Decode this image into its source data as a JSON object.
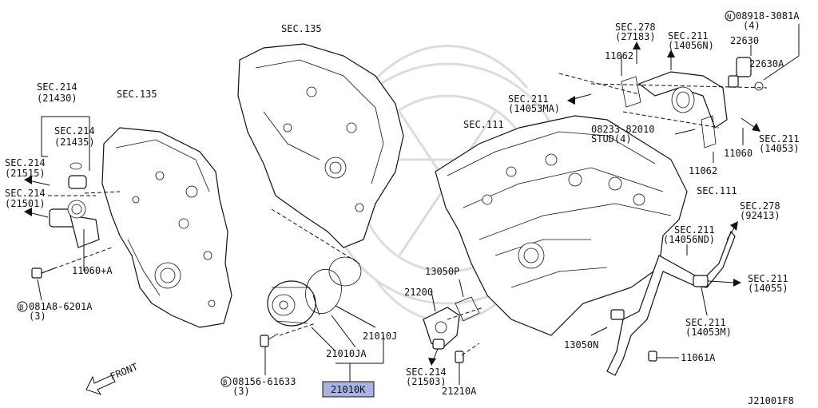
{
  "diagram": {
    "labels": {
      "sec135_top": "SEC.135",
      "sec135_left": "SEC.135",
      "sec214_a": "SEC.214",
      "sec214_a_code": "(21430)",
      "sec214_b": "SEC.214",
      "sec214_b_code": "(21435)",
      "sec214_c": "SEC.214",
      "sec214_c_code": "(21515)",
      "sec214_d": "SEC.214",
      "sec214_d_code": "(21501)",
      "p11060a": "11060+A",
      "bolt_081a8": "081A8-6201A",
      "bolt_081a8_qty": "(3)",
      "bolt_08156": "08156-61633",
      "bolt_08156_qty": "(3)",
      "front": "FRONT",
      "p21010j": "21010J",
      "p21010ja": "21010JA",
      "p21010k": "21010K",
      "p21200": "21200",
      "p13050p": "13050P",
      "sec214_e": "SEC.214",
      "sec214_e_code": "(21503)",
      "p21210a": "21210A",
      "sec111_top": "SEC.111",
      "sec111_right": "SEC.111",
      "sec211_14053ma": "SEC.211",
      "sec211_14053ma_code": "(14053MA)",
      "sec278_27183": "SEC.278",
      "sec278_27183_code": "(27183)",
      "sec211_14056n": "SEC.211",
      "sec211_14056n_code": "(14056N)",
      "p11062_top": "11062",
      "nut_08918": "08918-3081A",
      "nut_08918_qty": "(4)",
      "p22630": "22630",
      "p22630a": "22630A",
      "stud_08233": "08233-82010",
      "stud_qty": "STUD(4)",
      "sec211_14053": "SEC.211",
      "sec211_14053_code": "(14053)",
      "p11060": "11060",
      "p11062_mid": "11062",
      "sec278_92413": "SEC.278",
      "sec278_92413_code": "(92413)",
      "sec211_14056nd": "SEC.211",
      "sec211_14056nd_code": "(14056ND)",
      "sec211_14055": "SEC.211",
      "sec211_14055_code": "(14055)",
      "sec211_14053m": "SEC.211",
      "sec211_14053m_code": "(14053M)",
      "p13050n": "13050N",
      "p11061a": "11061A",
      "diagram_id": "J21001F8",
      "circle_b": "B",
      "circle_n": "N"
    },
    "colors": {
      "highlight": "#a9b4e3",
      "ink": "#111111",
      "watermark": "#d9d9d9"
    },
    "highlighted_part": "21010K"
  }
}
